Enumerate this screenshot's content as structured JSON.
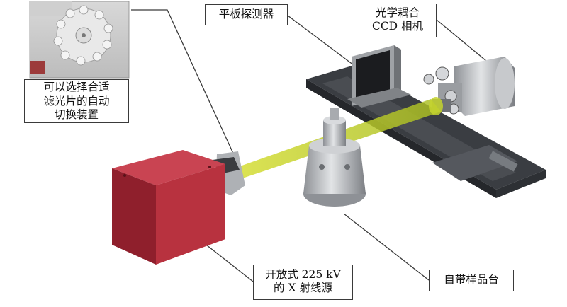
{
  "labels": {
    "detector": "平板探测器",
    "ccd_line1": "光学耦合",
    "ccd_line2": "CCD 相机",
    "filter_line1": "可以选择合适",
    "filter_line2": "滤光片的自动",
    "filter_line3": "切换装置",
    "xray_line1": "开放式 225 kV",
    "xray_line2": "的 X 射线源",
    "stage": "自带样品台"
  },
  "colors": {
    "xray_body": "#b8323f",
    "beam": "#c8d530",
    "rail": "#3a3d42",
    "metal": "#b9bcc0",
    "leader_line": "#3a3a3a"
  }
}
